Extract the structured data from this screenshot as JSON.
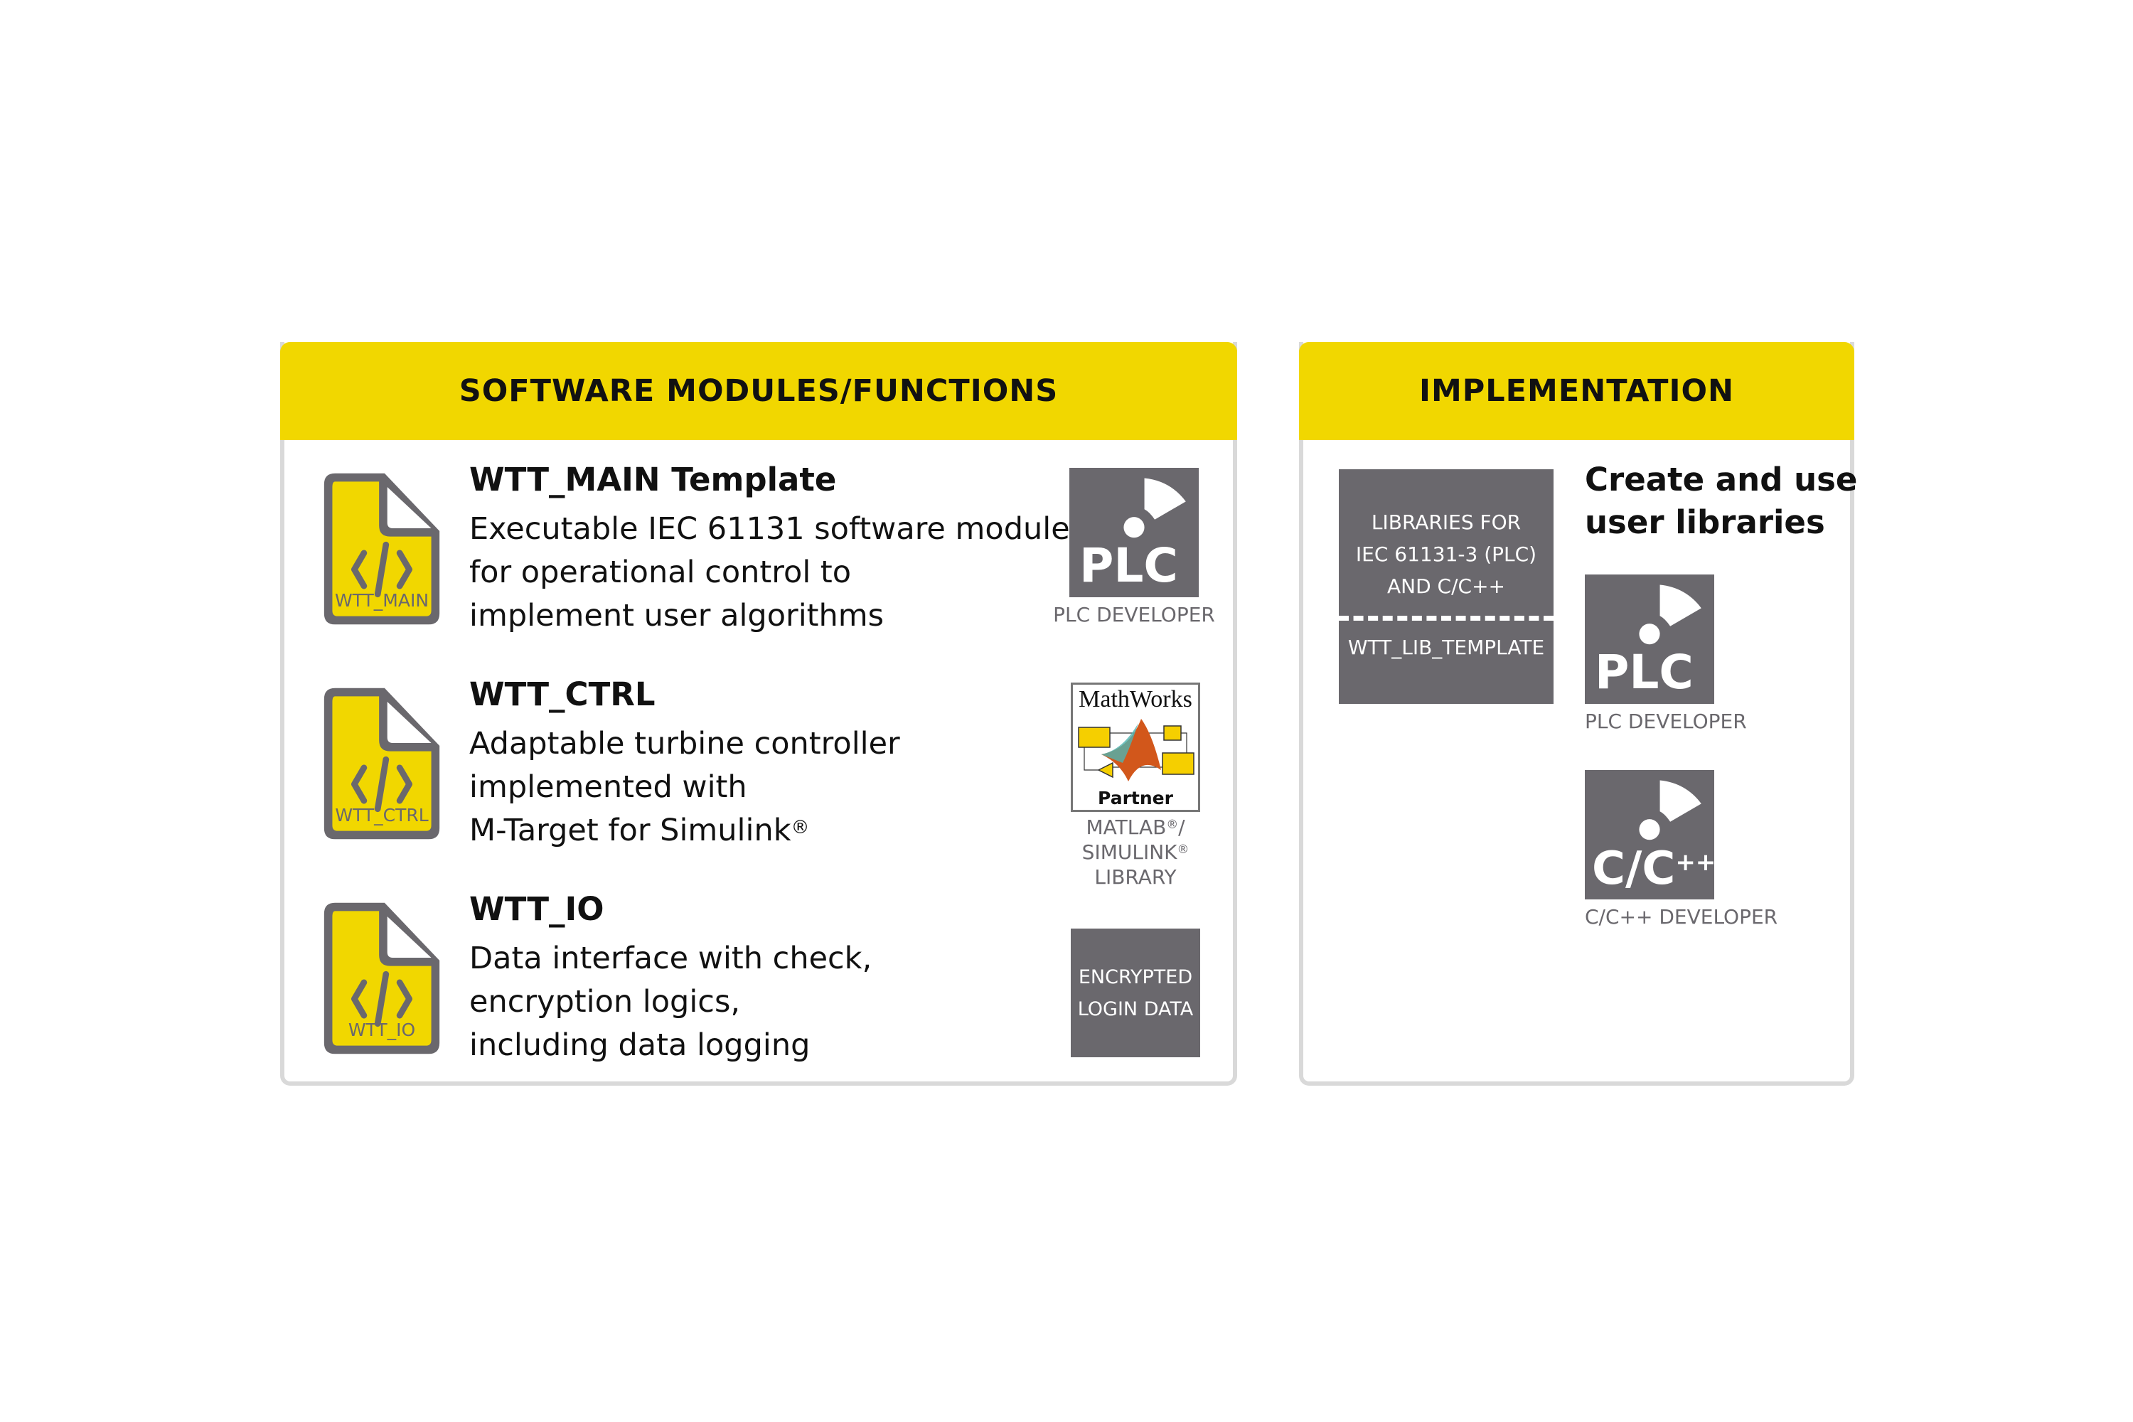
{
  "colors": {
    "accent_yellow": "#f1d700",
    "icon_gray": "#6a686d",
    "border_gray": "#d9d9d9"
  },
  "software_panel": {
    "title": "SOFTWARE MODULES/FUNCTIONS",
    "modules": [
      {
        "icon": "code-file-icon",
        "icon_label": "WTT_MAIN",
        "title": "WTT_MAIN Template",
        "lines": [
          "Executable IEC 61131 software module",
          "for operational control to",
          "implement user algorithms"
        ]
      },
      {
        "icon": "code-file-icon",
        "icon_label": "WTT_CTRL",
        "title": "WTT_CTRL",
        "lines": [
          "Adaptable turbine controller",
          "implemented with",
          "M-Target for Simulink"
        ],
        "reg_mark": "®"
      },
      {
        "icon": "code-file-icon",
        "icon_label": "WTT_IO",
        "title": "WTT_IO",
        "lines": [
          "Data interface with check,",
          "encryption logics,",
          "including data logging"
        ]
      }
    ],
    "badges": {
      "plc": {
        "logo_text": "PLC",
        "label": "PLC DEVELOPER"
      },
      "mathworks": {
        "logo_title": "MathWorks",
        "logo_sub": "Partner",
        "label_lines": [
          "MATLAB",
          "SIMULINK",
          "LIBRARY"
        ],
        "reg_mark": "®",
        "slash": "/"
      },
      "encrypted": {
        "lines": [
          "ENCRYPTED",
          "LOGIN DATA"
        ]
      }
    }
  },
  "implementation_panel": {
    "title": "IMPLEMENTATION",
    "library_box": {
      "lines": [
        "LIBRARIES FOR",
        "IEC 61131-3 (PLC)",
        "AND C/C++"
      ],
      "template": "WTT_LIB_TEMPLATE"
    },
    "heading_lines": [
      "Create and use",
      "user libraries"
    ],
    "plc": {
      "logo_text": "PLC",
      "label": "PLC DEVELOPER"
    },
    "cpp": {
      "logo_text": "C/C",
      "logo_sup": "++",
      "label": "C/C++ DEVELOPER"
    }
  }
}
